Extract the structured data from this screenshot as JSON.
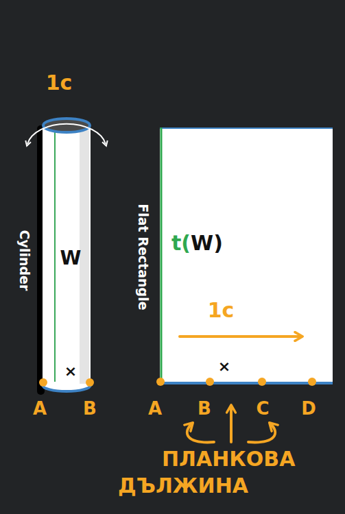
{
  "diagram": {
    "nodes": [
      {
        "text": [
          "W",
          "×"
        ]
      },
      {
        "text": [
          "t(W)",
          "1c",
          "×"
        ]
      }
    ],
    "labels": [
      "1c",
      "Cylinder",
      "A",
      "B",
      "Flat Rectangle",
      "A",
      "B",
      "C",
      "D",
      "ПЛАНКОВА ДЪЛЖИНА"
    ]
  }
}
